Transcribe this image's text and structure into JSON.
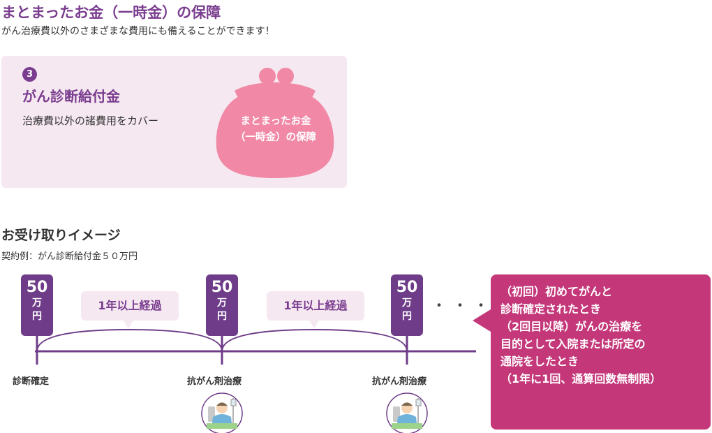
{
  "header": {
    "title": "まとまったお金（一時金）の保障",
    "subtitle": "がん治療費以外のさまざまな費用にも備えることができます！"
  },
  "benefit_card": {
    "number": "3",
    "title": "がん診断給付金",
    "description": "治療費以外の諸費用をカバー",
    "purse_lines": [
      "まとまったお金",
      "（一時金）の保障"
    ],
    "colors": {
      "background": "#f6e8f1",
      "accent": "#7a3d8f",
      "purse": "#f088a6"
    }
  },
  "receipt": {
    "title": "お受け取りイメージ",
    "example": "契約例：がん診断給付金５０万円",
    "payouts": [
      {
        "amount": "50",
        "unit_top": "万",
        "unit_bottom": "円",
        "event": "診断確定"
      },
      {
        "amount": "50",
        "unit_top": "万",
        "unit_bottom": "円",
        "event": "抗がん剤治療"
      },
      {
        "amount": "50",
        "unit_top": "万",
        "unit_bottom": "円",
        "event": "抗がん剤治療"
      }
    ],
    "interval_labels": [
      "1年以上経過",
      "1年以上経過"
    ],
    "continuation": "・・・",
    "callout_lines": [
      "（初回）初めてがんと",
      "診断確定されたとき",
      "（2回目以降）がんの治療を",
      "目的として入院または所定の",
      "通院をしたとき",
      "（1年に1回、通算回数無制限）"
    ],
    "colors": {
      "tag": "#6e3c88",
      "line": "#6e3c88",
      "bubble": "#f6e8f1",
      "callout": "#c4387a"
    },
    "icons": [
      "patient-in-bed-icon",
      "patient-in-bed-icon"
    ]
  }
}
